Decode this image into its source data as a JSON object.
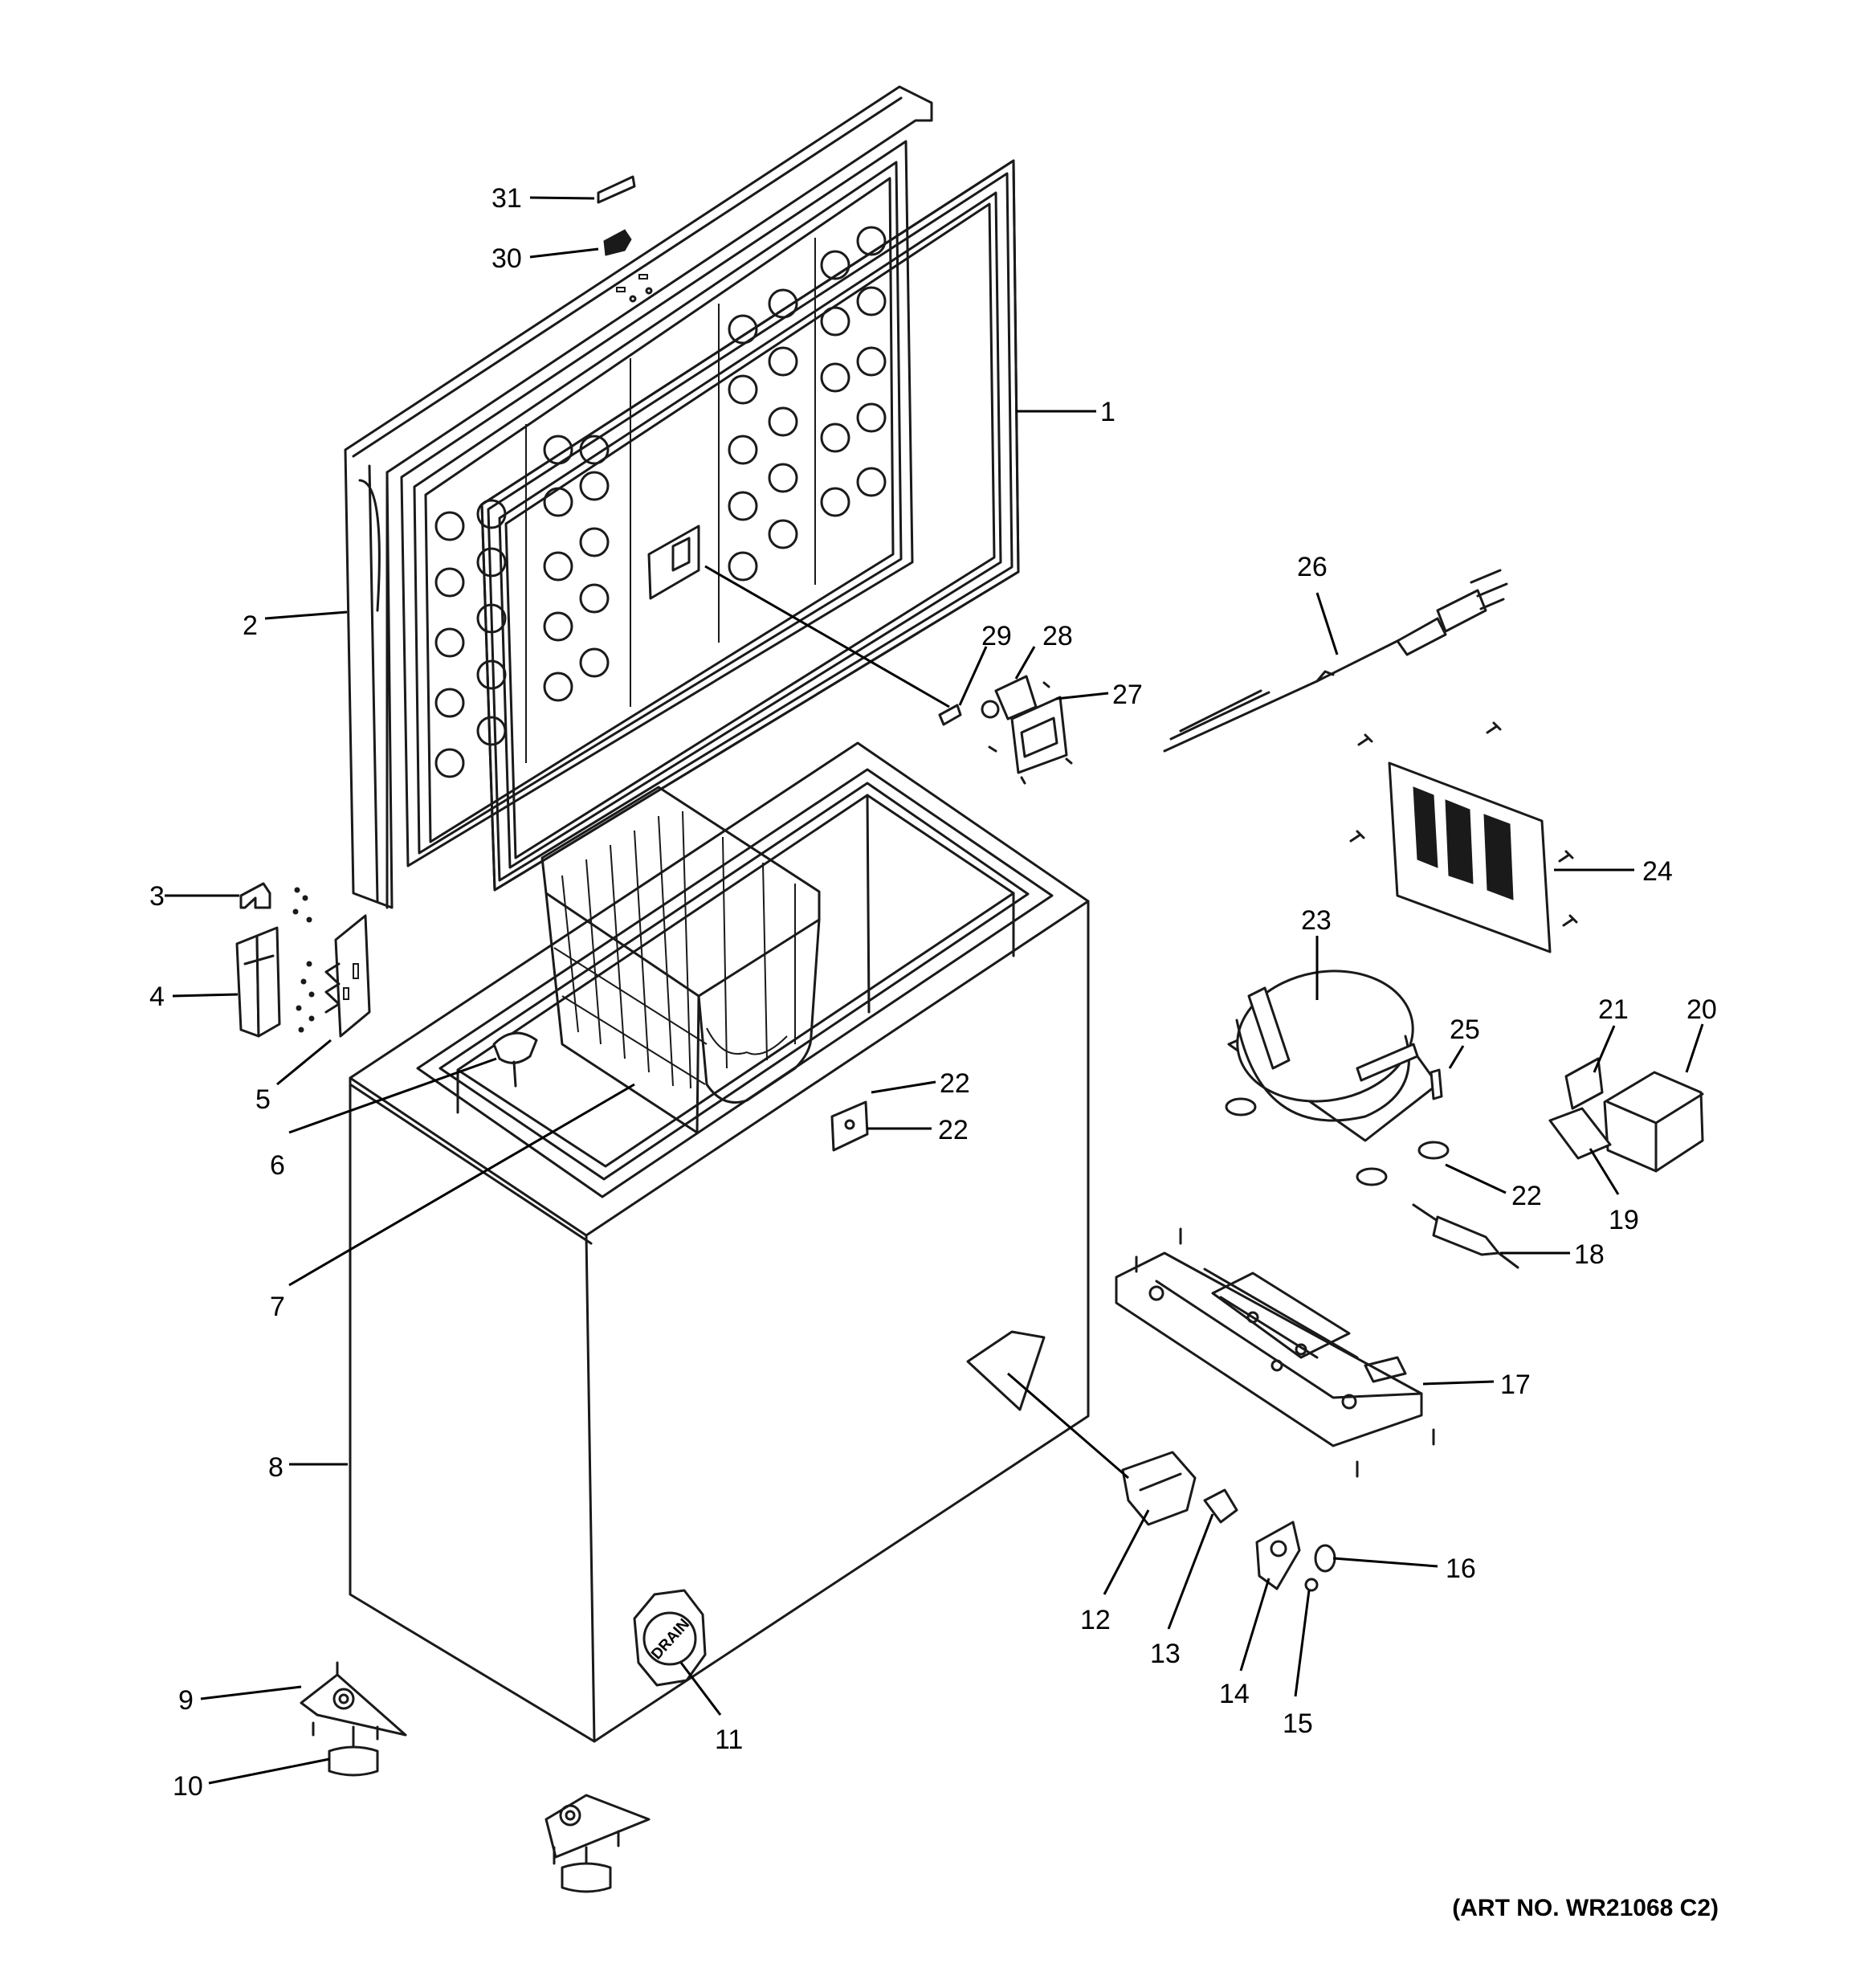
{
  "callouts": {
    "c1": "1",
    "c2": "2",
    "c3": "3",
    "c4": "4",
    "c5": "5",
    "c6": "6",
    "c7": "7",
    "c8": "8",
    "c9": "9",
    "c10": "10",
    "c11": "11",
    "c12": "12",
    "c13": "13",
    "c14": "14",
    "c15": "15",
    "c16": "16",
    "c17": "17",
    "c18": "18",
    "c19": "19",
    "c20": "20",
    "c21": "21",
    "c22a": "22",
    "c22b": "22",
    "c22c": "22",
    "c23": "23",
    "c24": "24",
    "c25": "25",
    "c26": "26",
    "c27": "27",
    "c28": "28",
    "c29": "29",
    "c30": "30",
    "c31": "31"
  },
  "drain_label": "DRAIN",
  "art_number": "(ART NO. WR21068 C2)"
}
